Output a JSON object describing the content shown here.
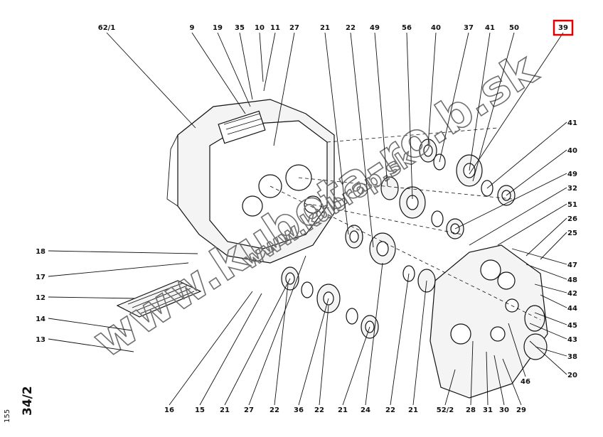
{
  "diagram": {
    "callouts_top": [
      "62/1",
      "9",
      "19",
      "35",
      "10",
      "11",
      "27",
      "21",
      "22",
      "49",
      "56",
      "40",
      "37",
      "41",
      "50",
      "39"
    ],
    "callouts_right": [
      "41",
      "40",
      "49",
      "32",
      "51",
      "26",
      "25",
      "47",
      "48",
      "42",
      "44",
      "45",
      "43",
      "38",
      "20"
    ],
    "callouts_left": [
      "18",
      "17",
      "12",
      "14",
      "13"
    ],
    "callouts_bottom": [
      "16",
      "15",
      "21",
      "27",
      "22",
      "36",
      "22",
      "21",
      "24",
      "22",
      "21",
      "52/2",
      "28",
      "31",
      "30",
      "29",
      "46"
    ],
    "highlighted_callout": "39",
    "page_number": "155",
    "page_label": "34/2",
    "watermark_diagonal": "www.kubota-ro.b.sk",
    "watermark_center": "www.kubrop.sk",
    "highlight_color": "#e00000"
  }
}
